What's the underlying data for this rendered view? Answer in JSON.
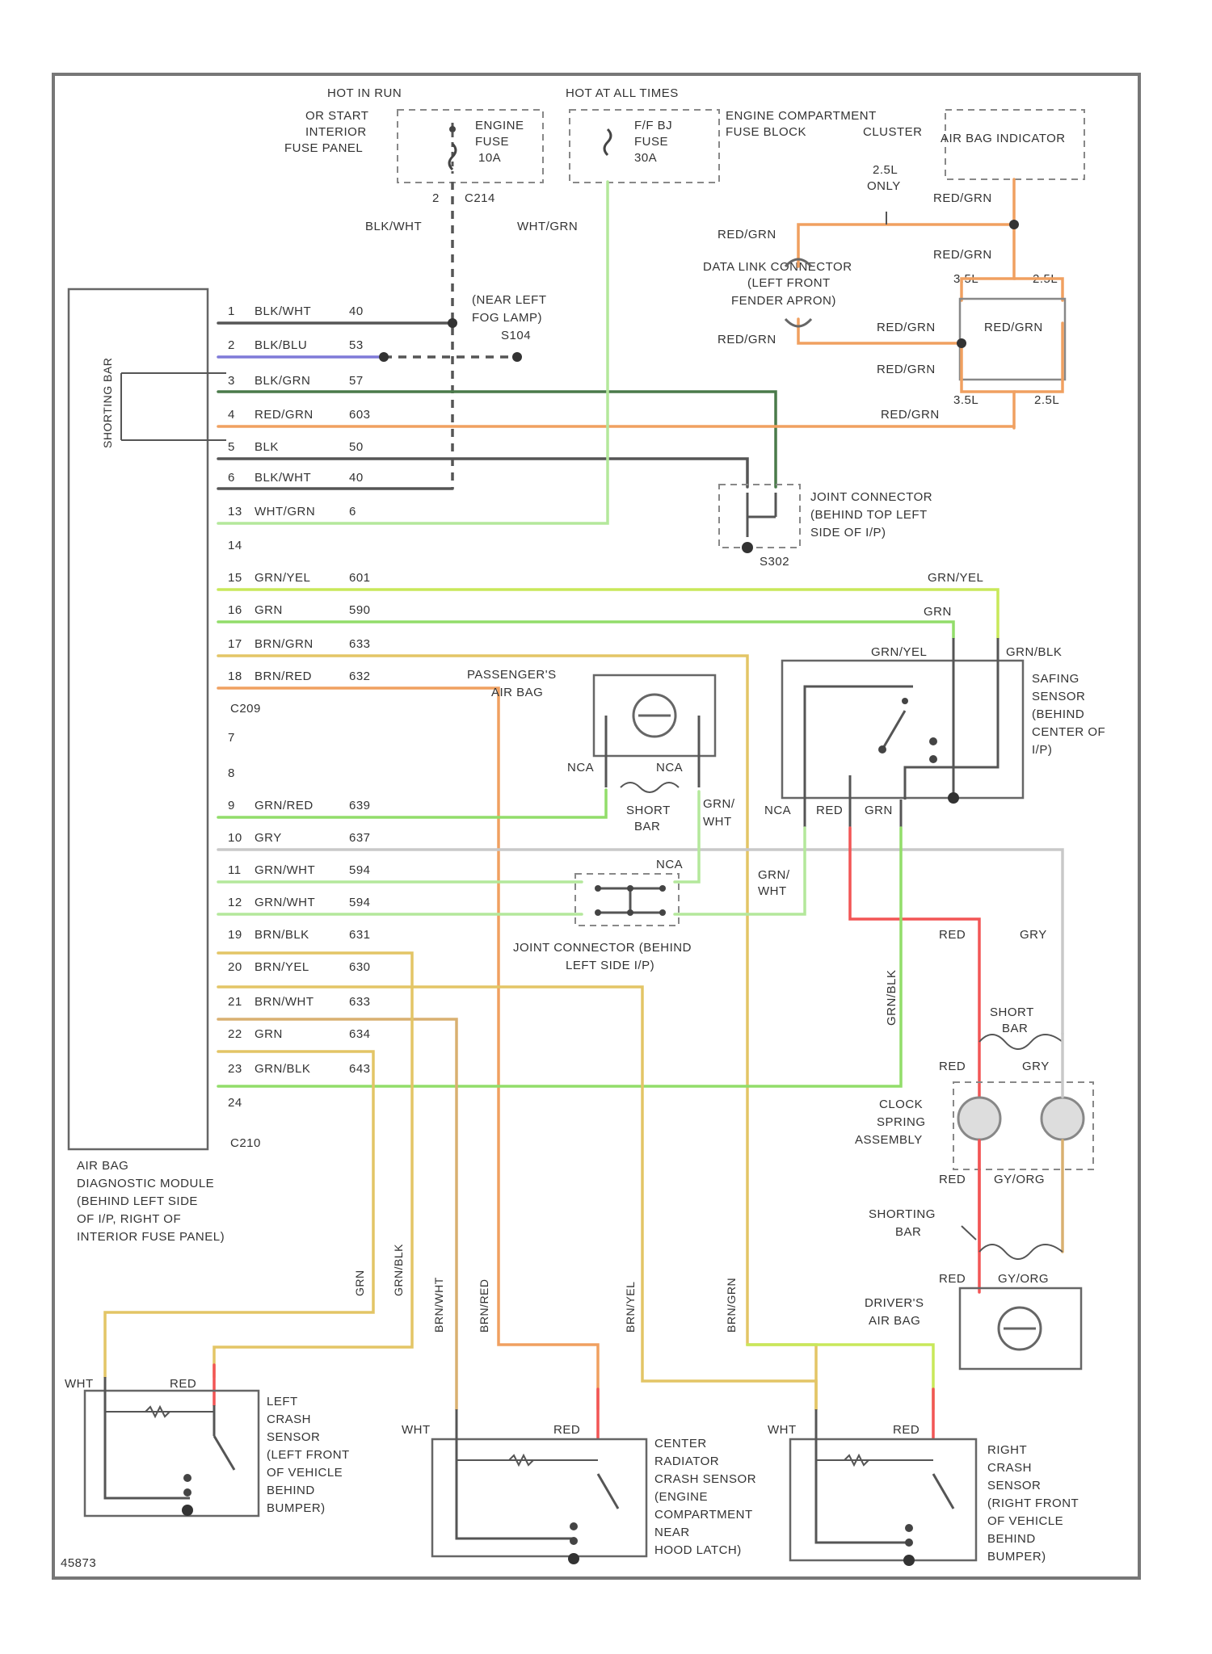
{
  "colors": {
    "green": "#92dd6a",
    "lightgreen": "#b4e89b",
    "orange": "#f0a060",
    "red": "#f25555",
    "tan": "#d9b070",
    "yellow": "#e3c566",
    "dark": "#555555",
    "blue": "#7f7ad8",
    "gray": "#b0b0b0"
  },
  "header": {
    "hot_in_run": "HOT IN RUN",
    "hot_at_all_times": "HOT AT ALL TIMES",
    "or_start": "OR START",
    "interior": "INTERIOR",
    "fuse_panel": "FUSE PANEL",
    "engine_fuse_1": "ENGINE",
    "engine_fuse_2": "FUSE",
    "engine_fuse_3": "10A",
    "ff_fuse_1": "F/F BJ",
    "ff_fuse_2": "FUSE",
    "ff_fuse_3": "30A",
    "engine_compartment_1": "ENGINE COMPARTMENT",
    "engine_compartment_2": "FUSE BLOCK",
    "instrument_cluster": "CLUSTER",
    "air_bag_indicator": "AIR BAG INDICATOR",
    "c214_pin": "2",
    "c214": "C214",
    "blk_wht_top": "BLK/WHT",
    "wht_grn_top": "WHT/GRN"
  },
  "upper_right": {
    "only_25_a": "2.5L",
    "only_25_b": "ONLY",
    "red_grn_1": "RED/GRN",
    "red_grn_2": "RED/GRN",
    "red_grn_3": "RED/GRN",
    "dlc_1": "DATA LINK CONNECTOR",
    "dlc_2": "(LEFT FRONT",
    "dlc_3": "FENDER APRON)",
    "l35_a": "3.5L",
    "l25_a": "2.5L",
    "red_grn_4": "RED/GRN",
    "red_grn_5": "RED/GRN",
    "red_grn_6": "RED/GRN",
    "red_grn_7": "RED/GRN",
    "red_grn_8": "RED/GRN",
    "l35_b": "3.5L",
    "l25_b": "2.5L"
  },
  "module": {
    "shorting_bar": "SHORTING BAR",
    "name_1": "AIR BAG",
    "name_2": "DIAGNOSTIC MODULE",
    "name_3": "(BEHIND LEFT SIDE",
    "name_4": "OF I/P, RIGHT OF",
    "name_5": "INTERIOR FUSE PANEL)",
    "c209": "C209",
    "c210": "C210",
    "pins": [
      {
        "pin": "1",
        "wire": "BLK/WHT",
        "circ": "40"
      },
      {
        "pin": "2",
        "wire": "BLK/BLU",
        "circ": "53"
      },
      {
        "pin": "3",
        "wire": "BLK/GRN",
        "circ": "57"
      },
      {
        "pin": "4",
        "wire": "RED/GRN",
        "circ": "603"
      },
      {
        "pin": "5",
        "wire": "BLK",
        "circ": "50"
      },
      {
        "pin": "6",
        "wire": "BLK/WHT",
        "circ": "40"
      },
      {
        "pin": "13",
        "wire": "WHT/GRN",
        "circ": "6"
      },
      {
        "pin": "14",
        "wire": "",
        "circ": ""
      },
      {
        "pin": "15",
        "wire": "GRN/YEL",
        "circ": "601"
      },
      {
        "pin": "16",
        "wire": "GRN",
        "circ": "590"
      },
      {
        "pin": "17",
        "wire": "BRN/GRN",
        "circ": "633"
      },
      {
        "pin": "18",
        "wire": "BRN/RED",
        "circ": "632"
      },
      {
        "pin": "7",
        "wire": "",
        "circ": ""
      },
      {
        "pin": "8",
        "wire": "",
        "circ": ""
      },
      {
        "pin": "9",
        "wire": "GRN/RED",
        "circ": "639"
      },
      {
        "pin": "10",
        "wire": "GRY",
        "circ": "637"
      },
      {
        "pin": "11",
        "wire": "GRN/WHT",
        "circ": "594"
      },
      {
        "pin": "12",
        "wire": "GRN/WHT",
        "circ": "594"
      },
      {
        "pin": "19",
        "wire": "BRN/BLK",
        "circ": "631"
      },
      {
        "pin": "20",
        "wire": "BRN/YEL",
        "circ": "630"
      },
      {
        "pin": "21",
        "wire": "BRN/WHT",
        "circ": "633"
      },
      {
        "pin": "22",
        "wire": "GRN",
        "circ": "634"
      },
      {
        "pin": "23",
        "wire": "GRN/BLK",
        "circ": "643"
      },
      {
        "pin": "24",
        "wire": "",
        "circ": ""
      }
    ]
  },
  "splices": {
    "near_left_fog_1": "(NEAR LEFT",
    "near_left_fog_2": "FOG LAMP)",
    "near_left_fog_3": "S104",
    "joint_1": "JOINT CONNECTOR",
    "joint_2": "(BEHIND TOP LEFT",
    "joint_3": "SIDE OF I/P)",
    "s302": "S302",
    "joint_left_1": "JOINT CONNECTOR (BEHIND",
    "joint_left_2": "LEFT SIDE I/P)",
    "nca_joint": "NCA"
  },
  "components": {
    "grn_yel_r": "GRN/YEL",
    "grn_r": "GRN",
    "grn_yel_s": "GRN/YEL",
    "grn_blk_s": "GRN/BLK",
    "safing_1": "SAFING",
    "safing_2": "SENSOR",
    "safing_3": "(BEHIND",
    "safing_4": "CENTER OF",
    "safing_5": "I/P)",
    "passenger_1": "PASSENGER'S",
    "passenger_2": "AIR BAG",
    "nca_1": "NCA",
    "nca_2": "NCA",
    "short_bar_1": "SHORT",
    "short_bar_2": "BAR",
    "grn_wht_1": "GRN/",
    "grn_wht_2": "WHT",
    "safing_nca": "NCA",
    "safing_red": "RED",
    "safing_grn": "GRN",
    "grn_wht_3": "GRN/",
    "grn_wht_4": "WHT",
    "red_a": "RED",
    "gry_a": "GRY",
    "grn_blk_v": "GRN/BLK",
    "short_bar_3": "SHORT",
    "short_bar_4": "BAR",
    "red_b": "RED",
    "gry_b": "GRY",
    "clock_1": "CLOCK",
    "clock_2": "SPRING",
    "clock_3": "ASSEMBLY",
    "red_c": "RED",
    "gyorg_a": "GY/ORG",
    "shorting_1": "SHORTING",
    "shorting_2": "BAR",
    "red_d": "RED",
    "gyorg_b": "GY/ORG",
    "driver_1": "DRIVER'S",
    "driver_2": "AIR BAG"
  },
  "bottom": {
    "v_grn": "GRN",
    "v_grn_blk": "GRN/BLK",
    "v_brn_wht": "BRN/WHT",
    "v_brn_red": "BRN/RED",
    "v_brn_yel": "BRN/YEL",
    "v_brn_grn": "BRN/GRN",
    "wht_1": "WHT",
    "red_1": "RED",
    "left_1": "LEFT",
    "left_2": "CRASH",
    "left_3": "SENSOR",
    "left_4": "(LEFT FRONT",
    "left_5": "OF VEHICLE",
    "left_6": "BEHIND",
    "left_7": "BUMPER)",
    "wht_2": "WHT",
    "red_2": "RED",
    "center_1": "CENTER",
    "center_2": "RADIATOR",
    "center_3": "CRASH SENSOR",
    "center_4": "(ENGINE",
    "center_5": "COMPARTMENT",
    "center_6": "NEAR",
    "center_7": "HOOD LATCH)",
    "wht_3": "WHT",
    "red_3": "RED",
    "right_1": "RIGHT",
    "right_2": "CRASH",
    "right_3": "SENSOR",
    "right_4": "(RIGHT FRONT",
    "right_5": "OF VEHICLE",
    "right_6": "BEHIND",
    "right_7": "BUMPER)",
    "code": "45873"
  }
}
